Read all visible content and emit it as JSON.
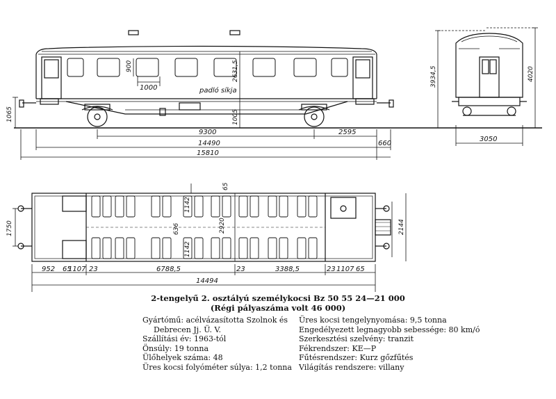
{
  "side_view": {
    "dims_vertical": [
      "1065",
      "900",
      "2631,5",
      "3934,5",
      "4020",
      "1005"
    ],
    "dims_horizontal": [
      "1000",
      "9300",
      "2595",
      "14490",
      "660",
      "15810",
      "3050"
    ],
    "label_floor": "padló síkja"
  },
  "plan_view": {
    "dims_vertical": [
      "1750",
      "1142",
      "636",
      "1142",
      "2920",
      "2144"
    ],
    "dims_horizontal": [
      "952",
      "65",
      "1107",
      "23",
      "6788,5",
      "23",
      "3388,5",
      "23",
      "1107",
      "65",
      "14494"
    ],
    "dim_top": "65"
  },
  "caption": {
    "line1": "2-tengelyű 2. osztályú személykocsi Bz 50 55 24—21 000",
    "line2": "(Régi pályaszáma volt 46 000)"
  },
  "specs_left": [
    "Gyártómű: acélvázasította Szolnok és",
    "Debrecen Jj. Ü. V.",
    "Szállítási év: 1963-tól",
    "Önsúly: 19 tonna",
    "Ülőhelyek száma: 48",
    "Üres kocsi folyóméter súlya: 1,2 tonna"
  ],
  "specs_right": [
    "Üres kocsi tengelynyomása: 9,5 tonna",
    "Engedélyezett legnagyobb sebessége: 80 km/ó",
    "Szerkesztési szelvény: tranzit",
    "Fékrendszer: KE—P",
    "Fűtésrendszer: Kurz gőzfűtés",
    "Világítás rendszere: villany"
  ]
}
